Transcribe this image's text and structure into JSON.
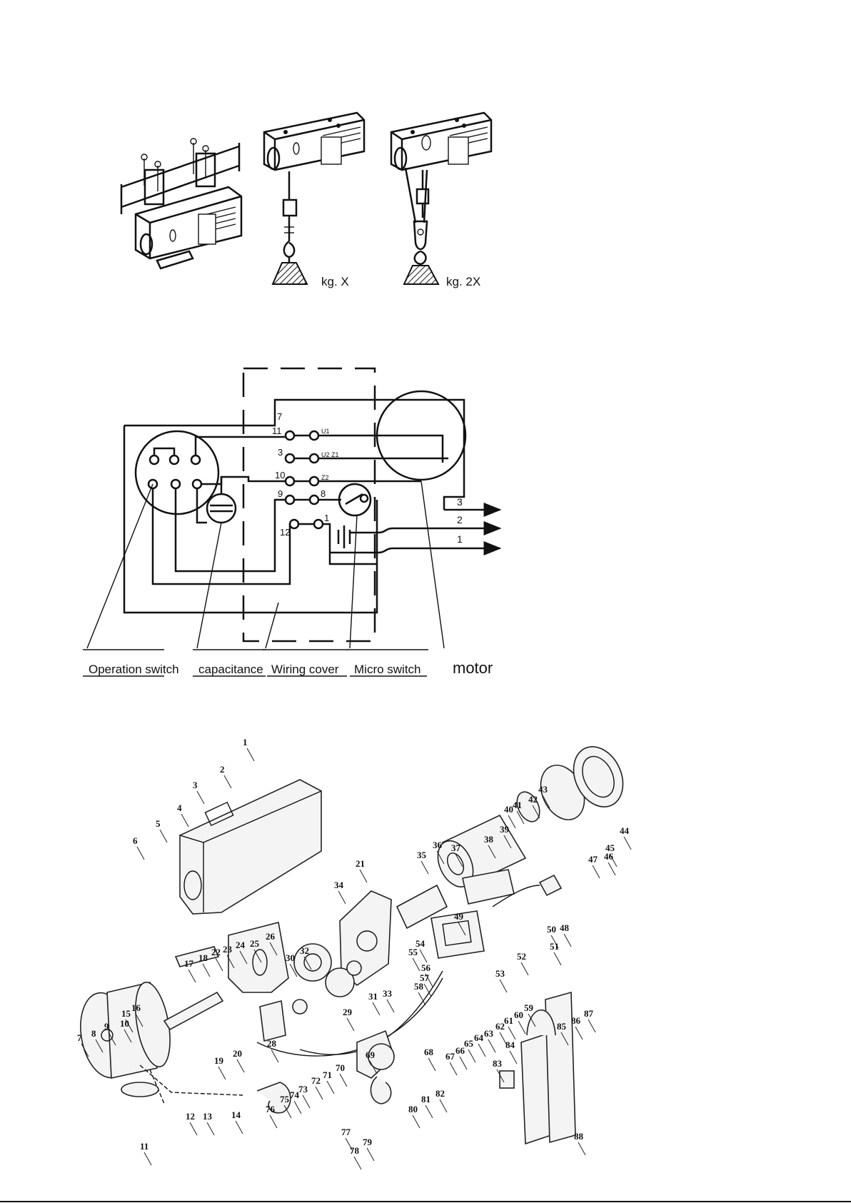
{
  "installation": {
    "single_load_label": "kg.  X",
    "double_load_label": "kg.  2X"
  },
  "wiring": {
    "terminals": [
      "7",
      "11",
      "3",
      "10",
      "9",
      "8",
      "12",
      "1"
    ],
    "motor_terminals": [
      "U1",
      "U2 Z1",
      "Z2"
    ],
    "outputs": [
      "3",
      "2",
      "1"
    ],
    "labels": [
      "Operation switch",
      "capacitance",
      "Wiring cover",
      "Micro switch",
      "motor"
    ]
  },
  "parts": {
    "numbers": [
      "1",
      "2",
      "3",
      "4",
      "5",
      "6",
      "7",
      "8",
      "9",
      "10",
      "11",
      "12",
      "13",
      "14",
      "15",
      "16",
      "17",
      "18",
      "19",
      "20",
      "21",
      "22",
      "23",
      "24",
      "25",
      "26",
      "28",
      "29",
      "30",
      "31",
      "32",
      "33",
      "34",
      "35",
      "36",
      "37",
      "38",
      "39",
      "40",
      "41",
      "42",
      "43",
      "44",
      "45",
      "46",
      "47",
      "48",
      "49",
      "50",
      "51",
      "52",
      "53",
      "54",
      "55",
      "56",
      "57",
      "58",
      "59",
      "60",
      "61",
      "62",
      "63",
      "64",
      "65",
      "66",
      "67",
      "68",
      "69",
      "70",
      "71",
      "72",
      "73",
      "74",
      "75",
      "76",
      "77",
      "78",
      "79",
      "80",
      "81",
      "82",
      "83",
      "84",
      "85",
      "86",
      "87",
      "88"
    ]
  }
}
